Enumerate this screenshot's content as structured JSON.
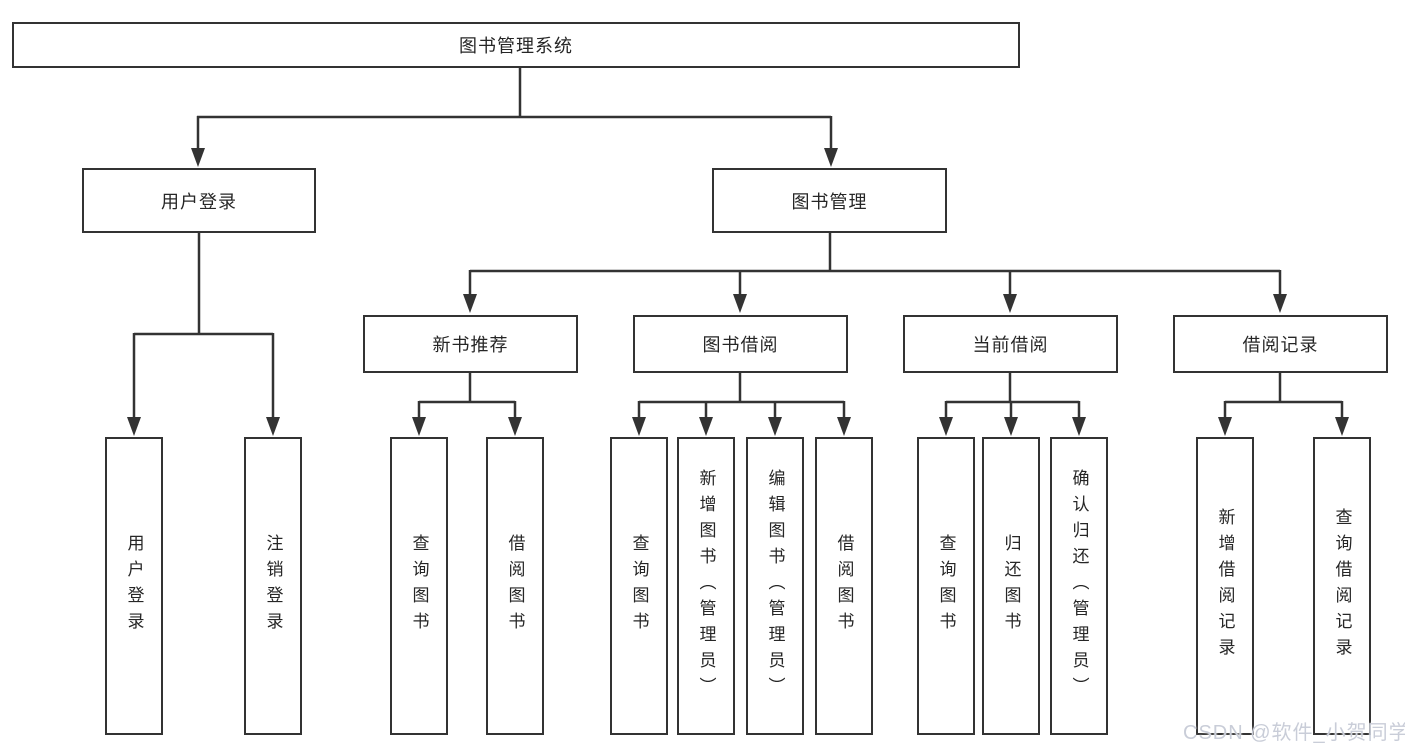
{
  "diagram_type": "hierarchy-tree",
  "colors": {
    "line": "#333333",
    "box_border": "#333333",
    "box_background": "#ffffff",
    "text": "#262626",
    "watermark_text": "#c9cdd8"
  },
  "tree": {
    "root": "图书管理系统",
    "branches": [
      {
        "label": "用户登录",
        "children": [
          "用户登录",
          "注销登录"
        ]
      },
      {
        "label": "图书管理",
        "children": [
          {
            "label": "新书推荐",
            "children": [
              "查询图书",
              "借阅图书"
            ]
          },
          {
            "label": "图书借阅",
            "children": [
              "查询图书",
              "新增图书（管理员）",
              "编辑图书（管理员）",
              "借阅图书"
            ]
          },
          {
            "label": "当前借阅",
            "children": [
              "查询图书",
              "归还图书",
              "确认归还（管理员）"
            ]
          },
          {
            "label": "借阅记录",
            "children": [
              "新增借阅记录",
              "查询借阅记录"
            ]
          }
        ]
      }
    ]
  },
  "watermark": {
    "text": "CSDN @软件_小贺同学"
  }
}
